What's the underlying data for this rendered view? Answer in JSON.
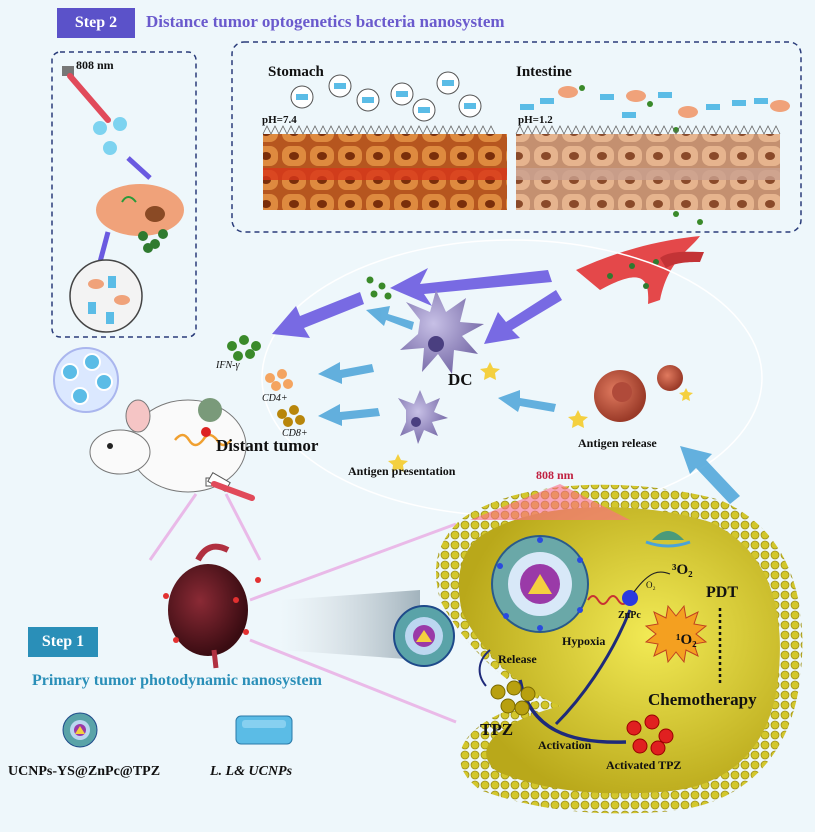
{
  "step2": {
    "badge": "Step 2",
    "title": "Distance tumor  optogenetics bacteria nanosystem",
    "laser": "808 nm",
    "stomach": "Stomach",
    "intestine": "Intestine",
    "ph_stomach": "pH=7.4",
    "ph_intestine": "pH=1.2"
  },
  "immune": {
    "ifn": "IFN-γ",
    "cd4": "CD4+",
    "cd8": "CD8+",
    "dc": "DC",
    "antigen_presentation": "Antigen presentation",
    "antigen_release": "Antigen release",
    "distant_tumor": "Distant tumor"
  },
  "step1": {
    "badge": "Step 1",
    "title": "Primary tumor photodynamic nanosystem",
    "laser": "808 nm",
    "hypoxia": "Hypoxia",
    "znpc": "ZnPc",
    "o2_triplet": "³O₂",
    "o2_small": "O₂",
    "o2_singlet": "¹O₂",
    "pdt": "PDT",
    "release": "Release",
    "chemotherapy": "Chemotherapy",
    "tpz": "TPZ",
    "activation": "Activation",
    "activated_tpz": "Activated TPZ"
  },
  "legend": {
    "nano": "UCNPs-YS@ZnPc@TPZ",
    "bacteria": "L. L& UCNPs"
  },
  "colors": {
    "step2_accent": "#5b52c9",
    "step1_accent": "#2a8fb8",
    "cell_yellow": "#d8cc2a",
    "arrow_purple": "#6a5ae0",
    "arrow_blue": "#4aa3d8"
  }
}
